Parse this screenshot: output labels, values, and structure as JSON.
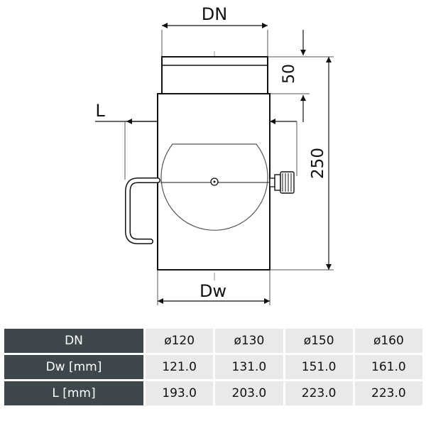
{
  "drawing": {
    "labels": {
      "dn": "DN",
      "collar_height": "50",
      "length_label": "L",
      "total_height": "250",
      "outer_diameter": "Dw"
    }
  },
  "table": {
    "rows": [
      {
        "header": "DN",
        "values": [
          "ø120",
          "ø130",
          "ø150",
          "ø160"
        ]
      },
      {
        "header": "Dw [mm]",
        "values": [
          "121.0",
          "131.0",
          "151.0",
          "161.0"
        ]
      },
      {
        "header": "L [mm]",
        "values": [
          "193.0",
          "203.0",
          "223.0",
          "223.0"
        ]
      }
    ]
  },
  "colors": {
    "header_bg": "#3e474c",
    "cell_bg": "#e9e9e9",
    "line": "#111111",
    "thin_line": "#555555"
  }
}
